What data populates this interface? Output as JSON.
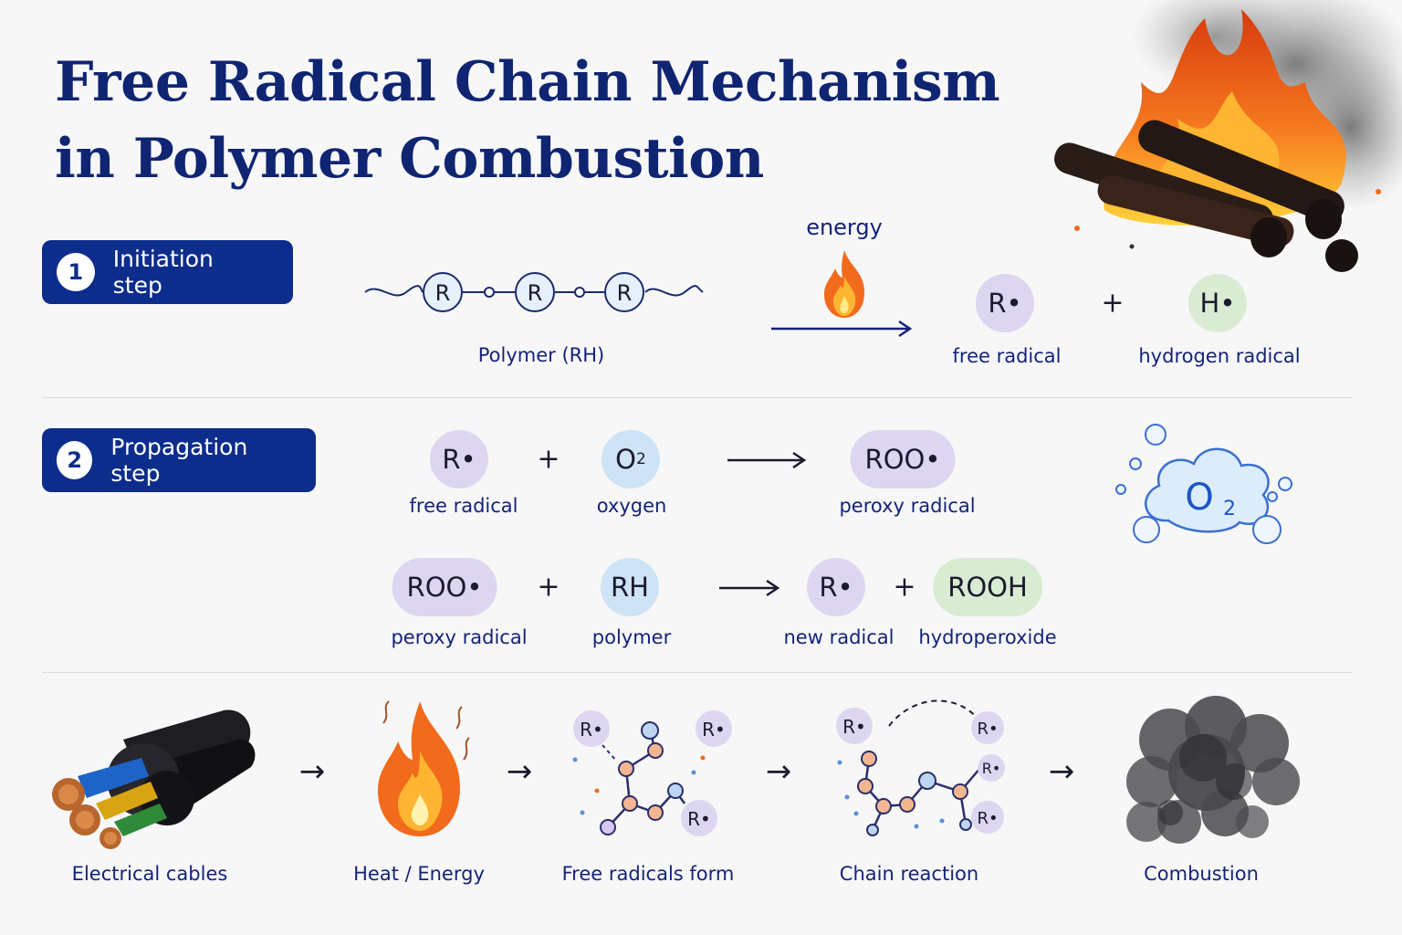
{
  "title": {
    "line1": "Free Radical Chain Mechanism",
    "line2": "in Polymer Combustion"
  },
  "initiation": {
    "number": "1",
    "label": "Initiation step",
    "polymer_units": [
      "R",
      "R",
      "R"
    ],
    "polymer_label": "Polymer (RH)",
    "energy_label": "energy",
    "products": [
      {
        "symbol": "R•",
        "label": "free radical"
      },
      {
        "symbol": "H•",
        "label": "hydrogen radical"
      }
    ],
    "plus": "+"
  },
  "propagation": {
    "number": "2",
    "label": "Propagation step",
    "plus": "+",
    "row1": {
      "reactant1": {
        "symbol": "R•",
        "label": "free radical"
      },
      "reactant2": {
        "symbol": "O",
        "subscript": "2",
        "label": "oxygen"
      },
      "product": {
        "symbol": "ROO•",
        "label": "peroxy radical"
      }
    },
    "row2": {
      "reactant1": {
        "symbol": "ROO•",
        "label": "peroxy radical"
      },
      "reactant2": {
        "symbol": "RH",
        "label": "polymer"
      },
      "product1": {
        "symbol": "R•",
        "label": "new radical"
      },
      "product2": {
        "symbol": "ROOH",
        "label": "hydroperoxide"
      }
    },
    "oxygen_cloud": {
      "symbol": "O",
      "subscript": "2"
    }
  },
  "flow": {
    "stages": [
      {
        "label": "Electrical cables"
      },
      {
        "label": "Heat / Energy"
      },
      {
        "label": "Free radicals form",
        "radicals": [
          "R•",
          "R•",
          "R•"
        ]
      },
      {
        "label": "Chain reaction",
        "radicals": [
          "R•",
          "R•",
          "R•",
          "R•"
        ]
      },
      {
        "label": "Combustion"
      }
    ],
    "arrow": "→"
  },
  "colors": {
    "navy": "#0d2d8c",
    "radical_purple": "#dcd6f0",
    "oxygen_blue": "#cfe3f6",
    "hydrogen_green": "#d9ecd3",
    "flame_orange": "#f26a1b"
  }
}
